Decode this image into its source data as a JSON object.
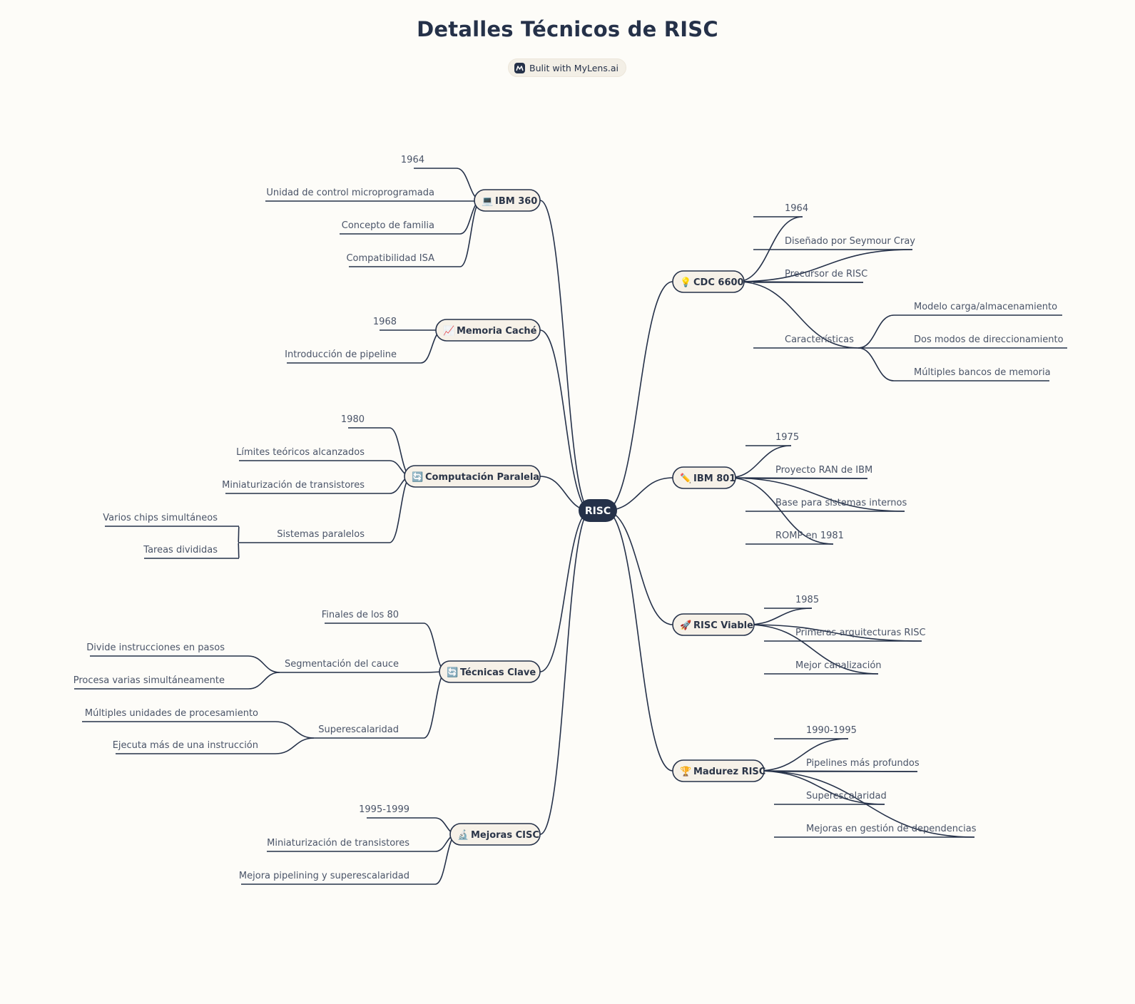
{
  "title": "Detalles Técnicos de RISC",
  "badge": {
    "text": "Bulit with MyLens.ai",
    "icon": "mylens-logo-icon"
  },
  "root": "RISC",
  "left": [
    {
      "label": "IBM 360",
      "icon": "computer-icon",
      "emoji": "💻",
      "children": [
        {
          "label": "1964"
        },
        {
          "label": "Unidad de control microprogramada"
        },
        {
          "label": "Concepto de familia"
        },
        {
          "label": "Compatibilidad ISA"
        }
      ]
    },
    {
      "label": "Memoria Caché",
      "icon": "chart-icon",
      "emoji": "📈",
      "children": [
        {
          "label": "1968"
        },
        {
          "label": "Introducción de pipeline"
        }
      ]
    },
    {
      "label": "Computación Paralela",
      "icon": "cycle-icon",
      "emoji": "🔄",
      "children": [
        {
          "label": "1980"
        },
        {
          "label": "Límites teóricos alcanzados"
        },
        {
          "label": "Miniaturización de transistores"
        },
        {
          "label": "Sistemas paralelos",
          "children": [
            {
              "label": "Varios chips simultáneos"
            },
            {
              "label": "Tareas divididas"
            }
          ]
        }
      ]
    },
    {
      "label": "Técnicas Clave",
      "icon": "cycle-icon",
      "emoji": "🔄",
      "children": [
        {
          "label": "Finales de los 80"
        },
        {
          "label": "Segmentación del cauce",
          "children": [
            {
              "label": "Divide instrucciones en pasos"
            },
            {
              "label": "Procesa varias simultáneamente"
            }
          ]
        },
        {
          "label": "Superescalaridad",
          "children": [
            {
              "label": "Múltiples unidades de procesamiento"
            },
            {
              "label": "Ejecuta más de una instrucción"
            }
          ]
        }
      ]
    },
    {
      "label": "Mejoras CISC",
      "icon": "microscope-icon",
      "emoji": "🔬",
      "children": [
        {
          "label": "1995-1999"
        },
        {
          "label": "Miniaturización de transistores"
        },
        {
          "label": "Mejora pipelining y superescalaridad"
        }
      ]
    }
  ],
  "right": [
    {
      "label": "CDC 6600",
      "icon": "lightbulb-icon",
      "emoji": "💡",
      "children": [
        {
          "label": "1964"
        },
        {
          "label": "Diseñado por Seymour Cray"
        },
        {
          "label": "Precursor de RISC"
        },
        {
          "label": "Características",
          "children": [
            {
              "label": "Modelo carga/almacenamiento"
            },
            {
              "label": "Dos modos de direccionamiento"
            },
            {
              "label": "Múltiples bancos de memoria"
            }
          ]
        }
      ]
    },
    {
      "label": "IBM 801",
      "icon": "pencil-icon",
      "emoji": "✏️",
      "children": [
        {
          "label": "1975"
        },
        {
          "label": "Proyecto RAN de IBM"
        },
        {
          "label": "Base para sistemas internos"
        },
        {
          "label": "ROMP en 1981"
        }
      ]
    },
    {
      "label": "RISC Viable",
      "icon": "rocket-icon",
      "emoji": "🚀",
      "children": [
        {
          "label": "1985"
        },
        {
          "label": "Primeras arquitecturas RISC"
        },
        {
          "label": "Mejor canalización"
        }
      ]
    },
    {
      "label": "Madurez RISC",
      "icon": "trophy-icon",
      "emoji": "🏆",
      "children": [
        {
          "label": "1990-1995"
        },
        {
          "label": "Pipelines más profundos"
        },
        {
          "label": "Superescalaridad"
        },
        {
          "label": "Mejoras en gestión de dependencias"
        }
      ]
    }
  ],
  "colors": {
    "line": "#253149",
    "node_fill": "#f6f1e8",
    "root_fill": "#253149",
    "background": "#fdfcf8"
  }
}
